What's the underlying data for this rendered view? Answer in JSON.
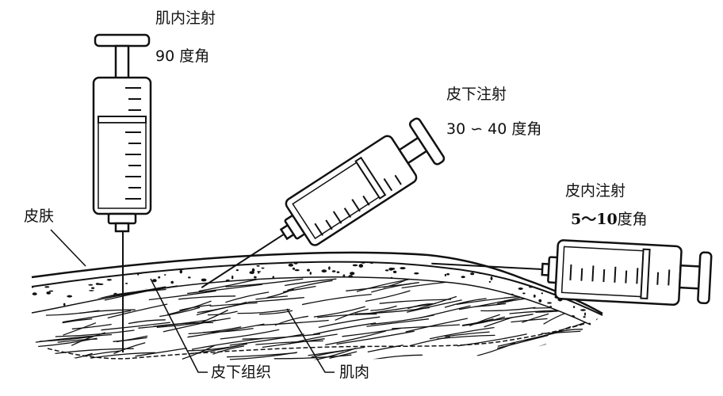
{
  "labels": {
    "im_title": "肌内注射",
    "im_angle": "90 度角",
    "sc_title": "皮下注射",
    "sc_angle": "30 ∽ 40 度角",
    "id_title": "皮内注射",
    "id_angle_num": "5～10",
    "id_angle_unit": "度角",
    "skin": "皮肤",
    "subcutaneous": "皮下组织",
    "muscle": "肌肉"
  }
}
